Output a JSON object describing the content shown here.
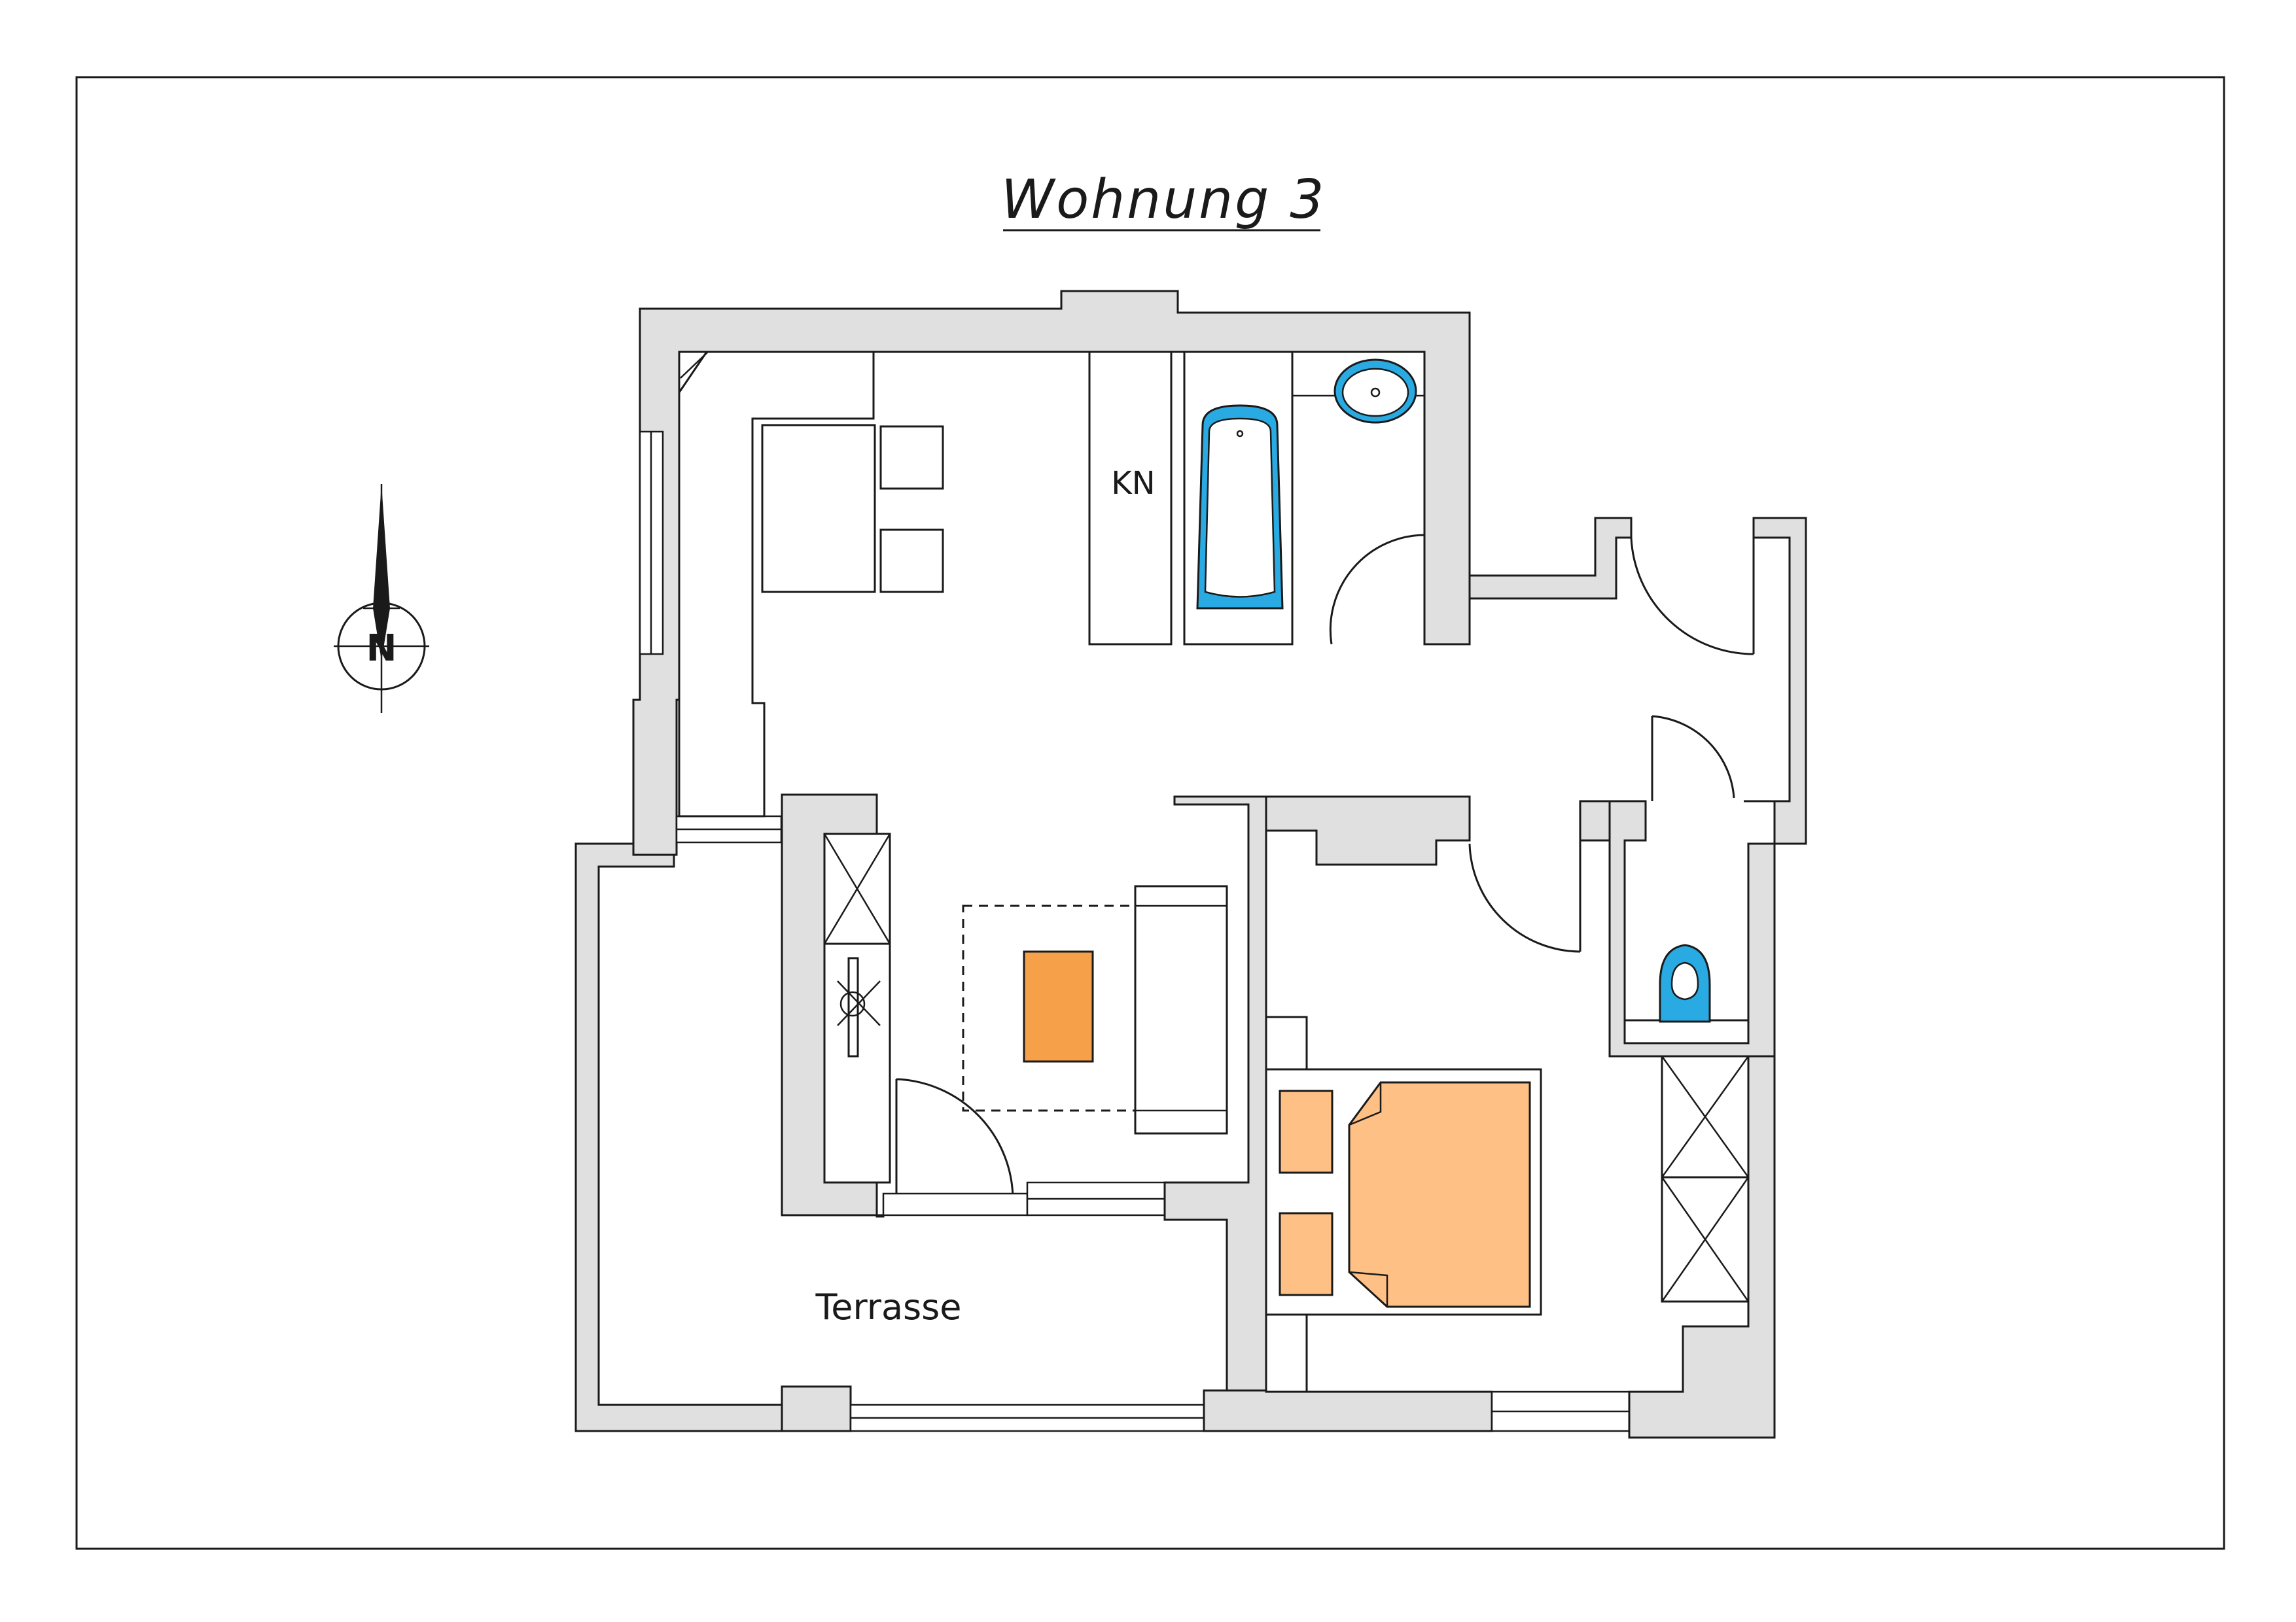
{
  "title": "Wohnung  3",
  "compass": {
    "letter": "N"
  },
  "rooms": [
    {
      "id": "kn",
      "label": "KN"
    },
    {
      "id": "terrasse",
      "label": "Terrasse"
    }
  ],
  "colors": {
    "wall": "#e0e0e0",
    "sanitary": "#29aae2",
    "table": "#f7a04a",
    "bed": "#ffc085"
  },
  "icons": [
    "north-arrow-icon",
    "bathtub-icon",
    "washbasin-icon",
    "toilet-icon"
  ]
}
